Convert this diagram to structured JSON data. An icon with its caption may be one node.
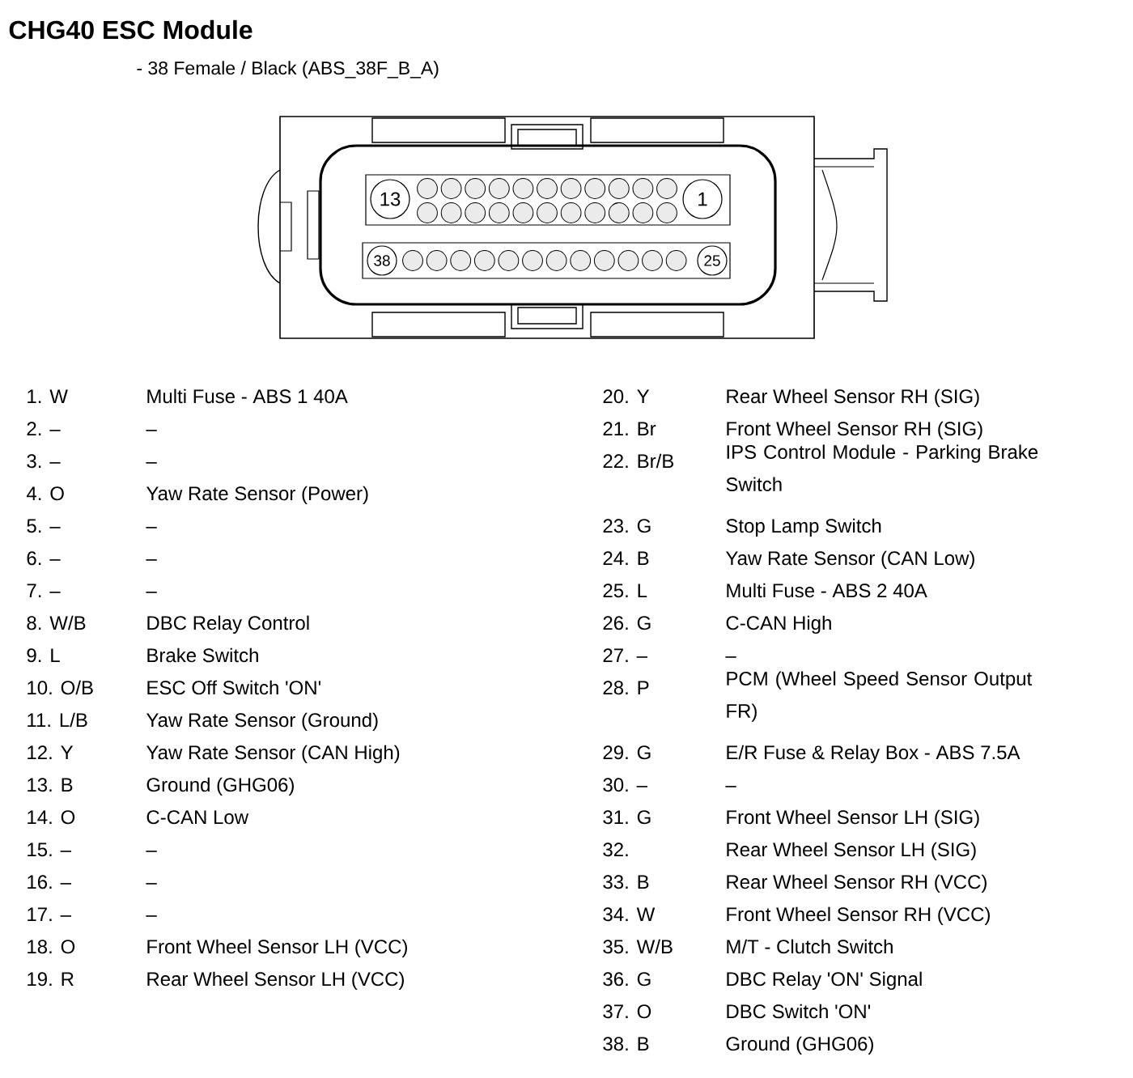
{
  "diagram": {
    "title": "CHG40 ESC Module",
    "labels": [
      "- 38 Female / Black (ABS_38F_B_A)",
      "13",
      "1",
      "38",
      "25",
      "1. W",
      "Multi Fuse - ABS 1 40A",
      "2. –",
      "–",
      "3. –",
      "–",
      "4. O",
      "Yaw Rate Sensor (Power)",
      "5. –",
      "–",
      "6. –",
      "–",
      "7. –",
      "–",
      "8. W/B",
      "DBC Relay Control",
      "9. L",
      "Brake Switch",
      "10. O/B",
      "ESC Off Switch 'ON'",
      "11. L/B",
      "Yaw Rate Sensor (Ground)",
      "12. Y",
      "Yaw Rate Sensor (CAN High)",
      "13. B",
      "Ground (GHG06)",
      "14. O",
      "C-CAN Low",
      "15. –",
      "–",
      "16. –",
      "–",
      "17. –",
      "–",
      "18. O",
      "Front Wheel Sensor LH (VCC)",
      "19. R",
      "Rear Wheel Sensor LH (VCC)",
      "20. Y",
      "Rear Wheel Sensor RH (SIG)",
      "21. Br",
      "Front Wheel Sensor RH (SIG)",
      "22. Br/B",
      "IPS Control Module - Parking Brake Switch",
      "23. G",
      "Stop Lamp Switch",
      "24. B",
      "Yaw Rate Sensor (CAN Low)",
      "25. L",
      "Multi Fuse - ABS 2 40A",
      "26. G",
      "C-CAN High",
      "27. –",
      "–",
      "28. P",
      "PCM (Wheel Speed Sensor Output FR)",
      "29. G",
      "E/R Fuse & Relay Box - ABS 7.5A",
      "30. –",
      "–",
      "31. G",
      "Front Wheel Sensor LH (SIG)",
      "32.",
      "Rear Wheel Sensor LH (SIG)",
      "33. B",
      "Rear Wheel Sensor RH (VCC)",
      "34. W",
      "Front Wheel Sensor RH (VCC)",
      "35. W/B",
      "M/T - Clutch Switch",
      "36. G",
      "DBC Relay 'ON' Signal",
      "37. O",
      "DBC Switch 'ON'",
      "38. B",
      "Ground (GHG06)"
    ]
  }
}
